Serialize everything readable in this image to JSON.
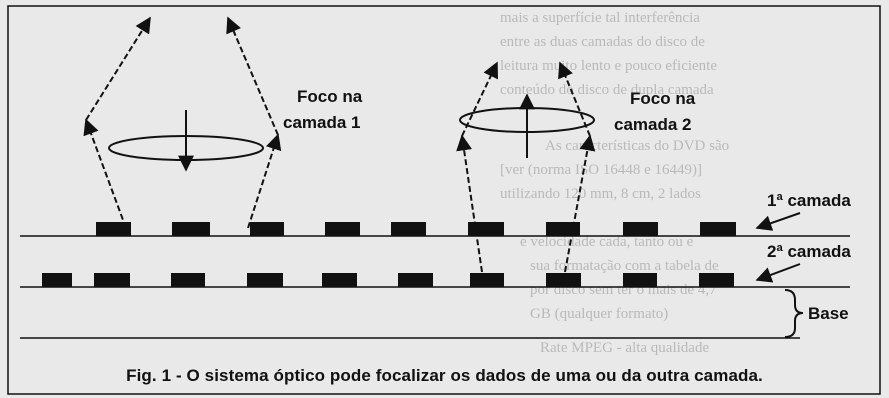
{
  "background_text": [
    "mais a superfície tal interferência",
    "entre as duas camadas do disco de",
    "leitura muito lento e pouco eficiente",
    "conteúdo do disco de dupla camada",
    "As características do DVD são",
    "[ver (norma ISO 16448 e 16449)]",
    "utilizando 120 mm, 8 cm, 2 lados",
    "e velocidade cada, tanto ou e",
    "sua formatação com a tabela de",
    "por disco sem ter o mais de 4,7",
    "GB (qualquer formato)",
    "Rate MPEG - alta qualidade"
  ],
  "labels": {
    "focus_layer1": [
      "Foco na",
      "camada 1"
    ],
    "focus_layer2": [
      "Foco na",
      "camada 2"
    ],
    "layer1": "1ª camada",
    "layer2": "2ª camada",
    "base": "Base"
  },
  "caption": "Fig. 1 - O sistema óptico pode focalizar os dados de uma ou da outra camada.",
  "colors": {
    "ink": "#111111",
    "paper": "#e9e9e9",
    "faded_text": "#b9b9b9"
  }
}
